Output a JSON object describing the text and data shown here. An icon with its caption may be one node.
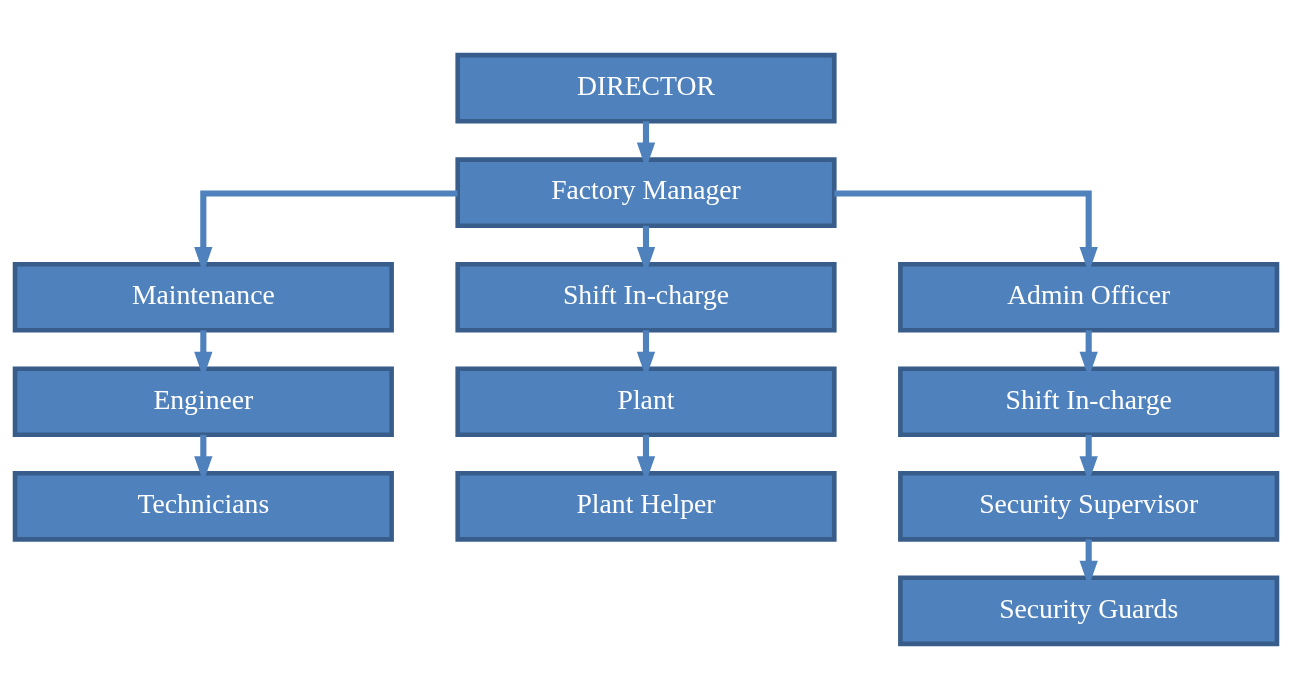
{
  "diagram": {
    "nodes": [
      {
        "text": [
          "DIRECTOR"
        ]
      },
      {
        "text": [
          "Factory Manager"
        ]
      },
      {
        "text": [
          "Maintenance"
        ]
      },
      {
        "text": [
          "Shift In-charge"
        ]
      },
      {
        "text": [
          "Admin Officer"
        ]
      },
      {
        "text": [
          "Engineer"
        ]
      },
      {
        "text": [
          "Plant"
        ]
      },
      {
        "text": [
          "Shift In-charge"
        ]
      },
      {
        "text": [
          "Technicians"
        ]
      },
      {
        "text": [
          "Plant Helper"
        ]
      },
      {
        "text": [
          "Security Supervisor"
        ]
      },
      {
        "text": [
          "Security Guards"
        ]
      }
    ],
    "edges": [
      {
        "from": 0,
        "to": 1,
        "arrow": "to"
      },
      {
        "from": 1,
        "to": 2,
        "arrow": "to"
      },
      {
        "from": 1,
        "to": 3,
        "arrow": "to"
      },
      {
        "from": 1,
        "to": 4,
        "arrow": "to"
      },
      {
        "from": 2,
        "to": 5,
        "arrow": "to"
      },
      {
        "from": 5,
        "to": 8,
        "arrow": "to"
      },
      {
        "from": 3,
        "to": 6,
        "arrow": "to"
      },
      {
        "from": 6,
        "to": 9,
        "arrow": "to"
      },
      {
        "from": 4,
        "to": 7,
        "arrow": "to"
      },
      {
        "from": 7,
        "to": 10,
        "arrow": "to"
      },
      {
        "from": 10,
        "to": 11,
        "arrow": "to"
      }
    ]
  }
}
